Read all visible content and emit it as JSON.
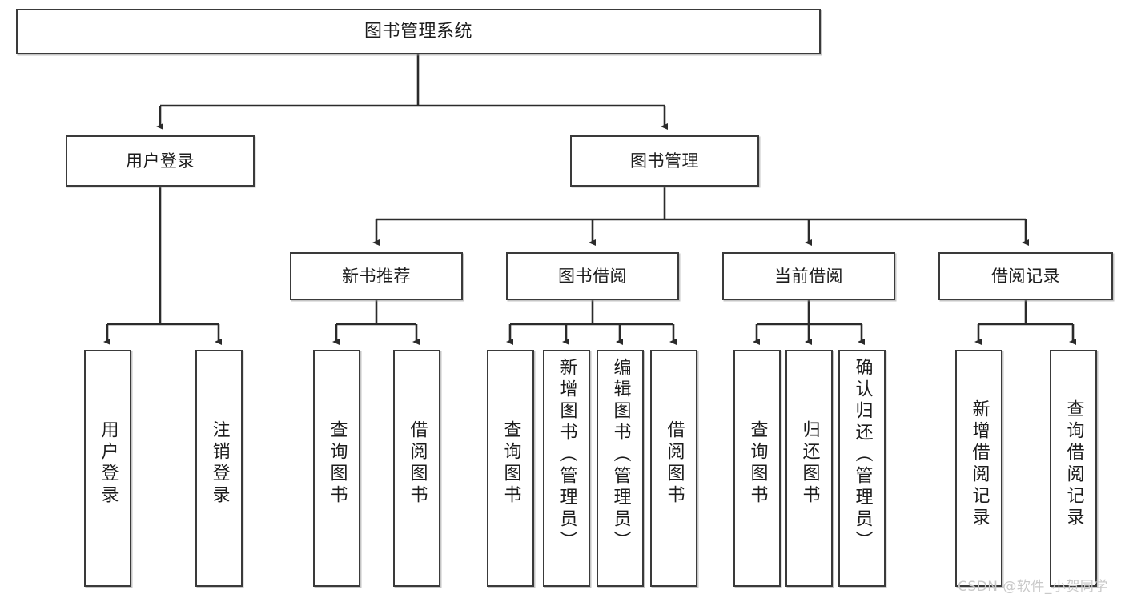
{
  "diagram": {
    "title": "图书管理系统",
    "type": "tree-hierarchy",
    "watermark": "CSDN @软件_小贺同学",
    "colors": {
      "box_border": "#3a3a3a",
      "box_fill": "#ffffff",
      "connector": "#2b2b2b",
      "text": "#1c1c1c",
      "watermark": "#c9c9c9"
    },
    "nodes": {
      "root": {
        "label": "图书管理系统"
      },
      "level2": [
        {
          "label": "用户登录"
        },
        {
          "label": "图书管理"
        }
      ],
      "level3": [
        {
          "label": "新书推荐"
        },
        {
          "label": "图书借阅"
        },
        {
          "label": "当前借阅"
        },
        {
          "label": "借阅记录"
        }
      ],
      "leaves_user_login": [
        {
          "label": "用户登录"
        },
        {
          "label": "注销登录"
        }
      ],
      "leaves_new_book": [
        {
          "label": "查询图书"
        },
        {
          "label": "借阅图书"
        }
      ],
      "leaves_borrow": [
        {
          "label": "查询图书"
        },
        {
          "label": "新增图书（管理员）"
        },
        {
          "label": "编辑图书（管理员）"
        },
        {
          "label": "借阅图书"
        }
      ],
      "leaves_current": [
        {
          "label": "查询图书"
        },
        {
          "label": "归还图书"
        },
        {
          "label": "确认归还（管理员）"
        }
      ],
      "leaves_records": [
        {
          "label": "新增借阅记录"
        },
        {
          "label": "查询借阅记录"
        }
      ]
    }
  }
}
